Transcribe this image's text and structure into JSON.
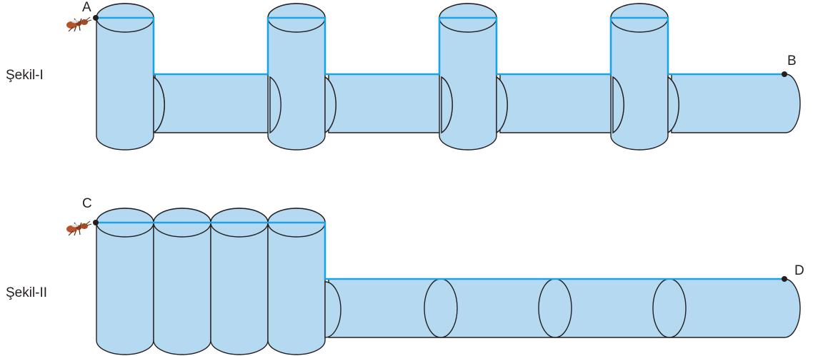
{
  "figures": {
    "fig1": {
      "label": "Şekil-I",
      "start_point": "A",
      "end_point": "B"
    },
    "fig2": {
      "label": "Şekil-II",
      "start_point": "C",
      "end_point": "D"
    }
  },
  "colors": {
    "cylinder_fill": "#b5d9f0",
    "outline": "#231f20",
    "ant_path": "#1aa3e6"
  },
  "icons": {
    "ant": "ant-icon"
  }
}
